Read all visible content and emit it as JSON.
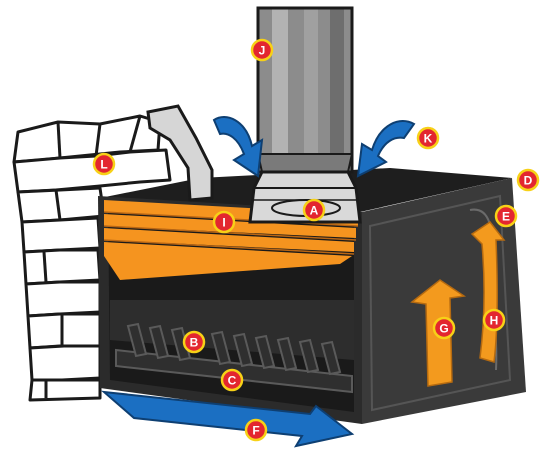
{
  "diagram": {
    "colors": {
      "firebox": "#2b2b2b",
      "firebox_side": "#3a3a3a",
      "baffle": "#f5941f",
      "air_arrow": "#1b6fc2",
      "heat_arrow": "#f39a1e",
      "callout_fill": "#e3262f",
      "callout_ring": "#f7d117",
      "brick_stroke": "#1a1a1a",
      "flue": "#8c8c8c"
    },
    "callouts": [
      {
        "id": "a",
        "letter": "A"
      },
      {
        "id": "b",
        "letter": "B"
      },
      {
        "id": "c",
        "letter": "C"
      },
      {
        "id": "d",
        "letter": "D"
      },
      {
        "id": "e",
        "letter": "E"
      },
      {
        "id": "f",
        "letter": "F"
      },
      {
        "id": "g",
        "letter": "G"
      },
      {
        "id": "h",
        "letter": "H"
      },
      {
        "id": "i",
        "letter": "I"
      },
      {
        "id": "j",
        "letter": "J"
      },
      {
        "id": "k",
        "letter": "K"
      },
      {
        "id": "l",
        "letter": "L"
      }
    ]
  }
}
